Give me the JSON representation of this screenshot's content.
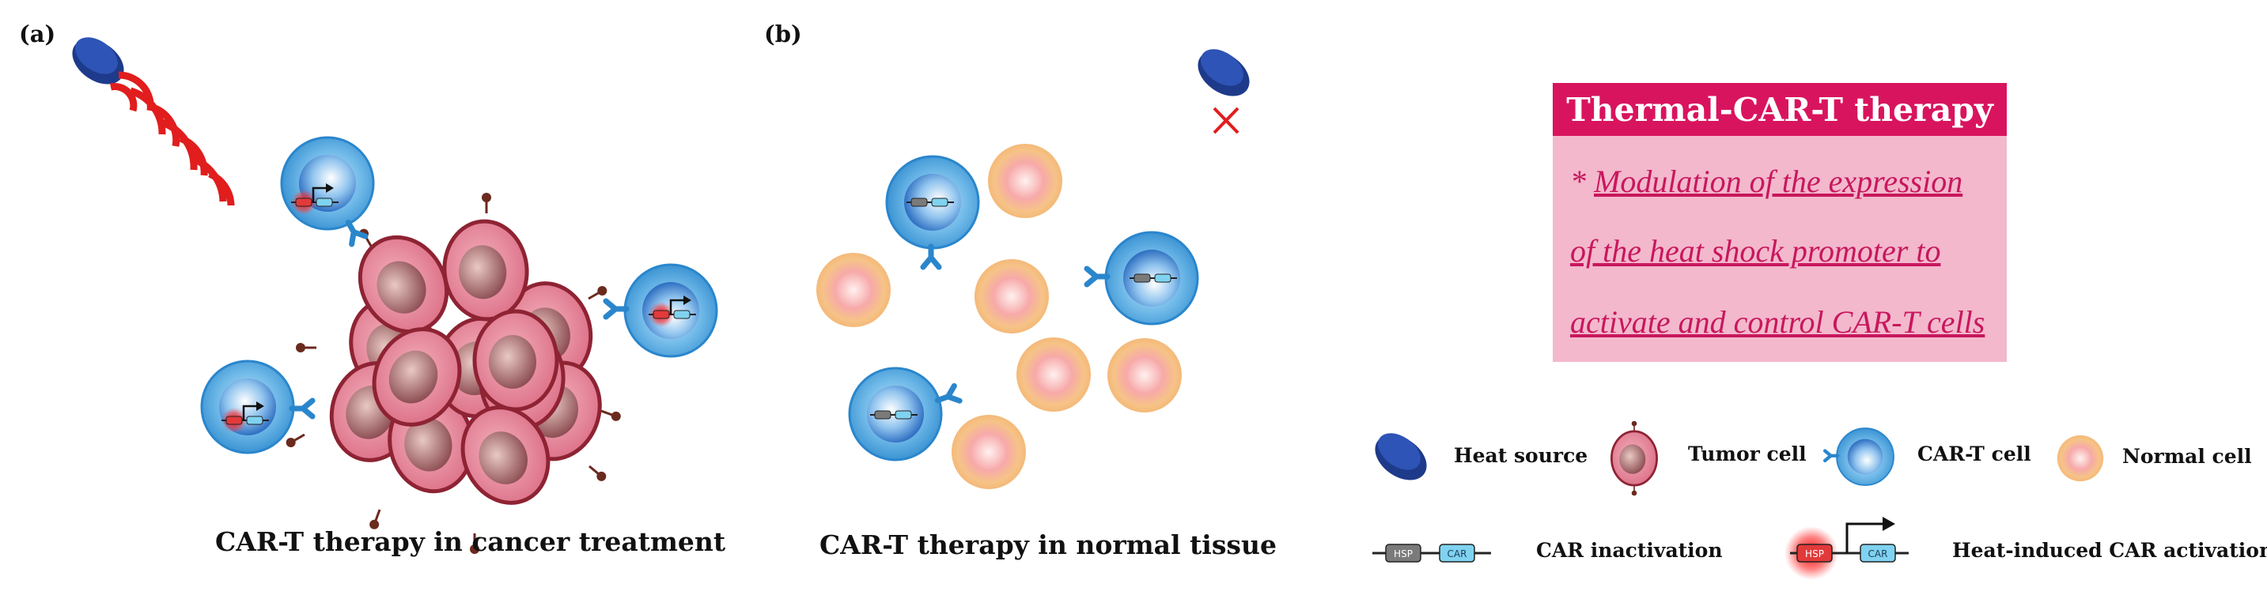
{
  "panel_a": {
    "letter": "(a)",
    "caption": "CAR-T therapy in cancer treatment"
  },
  "panel_b": {
    "letter": "(b)",
    "caption": "CAR-T therapy in normal tissue"
  },
  "thermal_box": {
    "title": "Thermal-CAR-T therapy",
    "bullet": "* ",
    "lines": [
      "Modulation of the expression",
      "of the heat shock promoter to",
      "activate and control CAR-T cells"
    ]
  },
  "legend": {
    "heat_source": "Heat source",
    "tumor_cell": "Tumor cell",
    "car_t_cell": "CAR-T cell",
    "normal_cell": "Normal cell",
    "car_inactivation": "CAR inactivation",
    "heat_induced": "Heat-induced CAR activation",
    "gene_labels": {
      "hsp": "HSP",
      "car": "CAR"
    }
  },
  "colors": {
    "heat_source": "#1e3a8a",
    "heat_waves": "#e11d1d",
    "tumor_fill": "#e58a9c",
    "tumor_border": "#9c2a3a",
    "car_t_fill": "#4ea8de",
    "normal_fill": "#f6c387",
    "thermal_title": "#d9145e",
    "thermal_box": "#f3b8cc",
    "thermal_text": "#c8175d"
  }
}
